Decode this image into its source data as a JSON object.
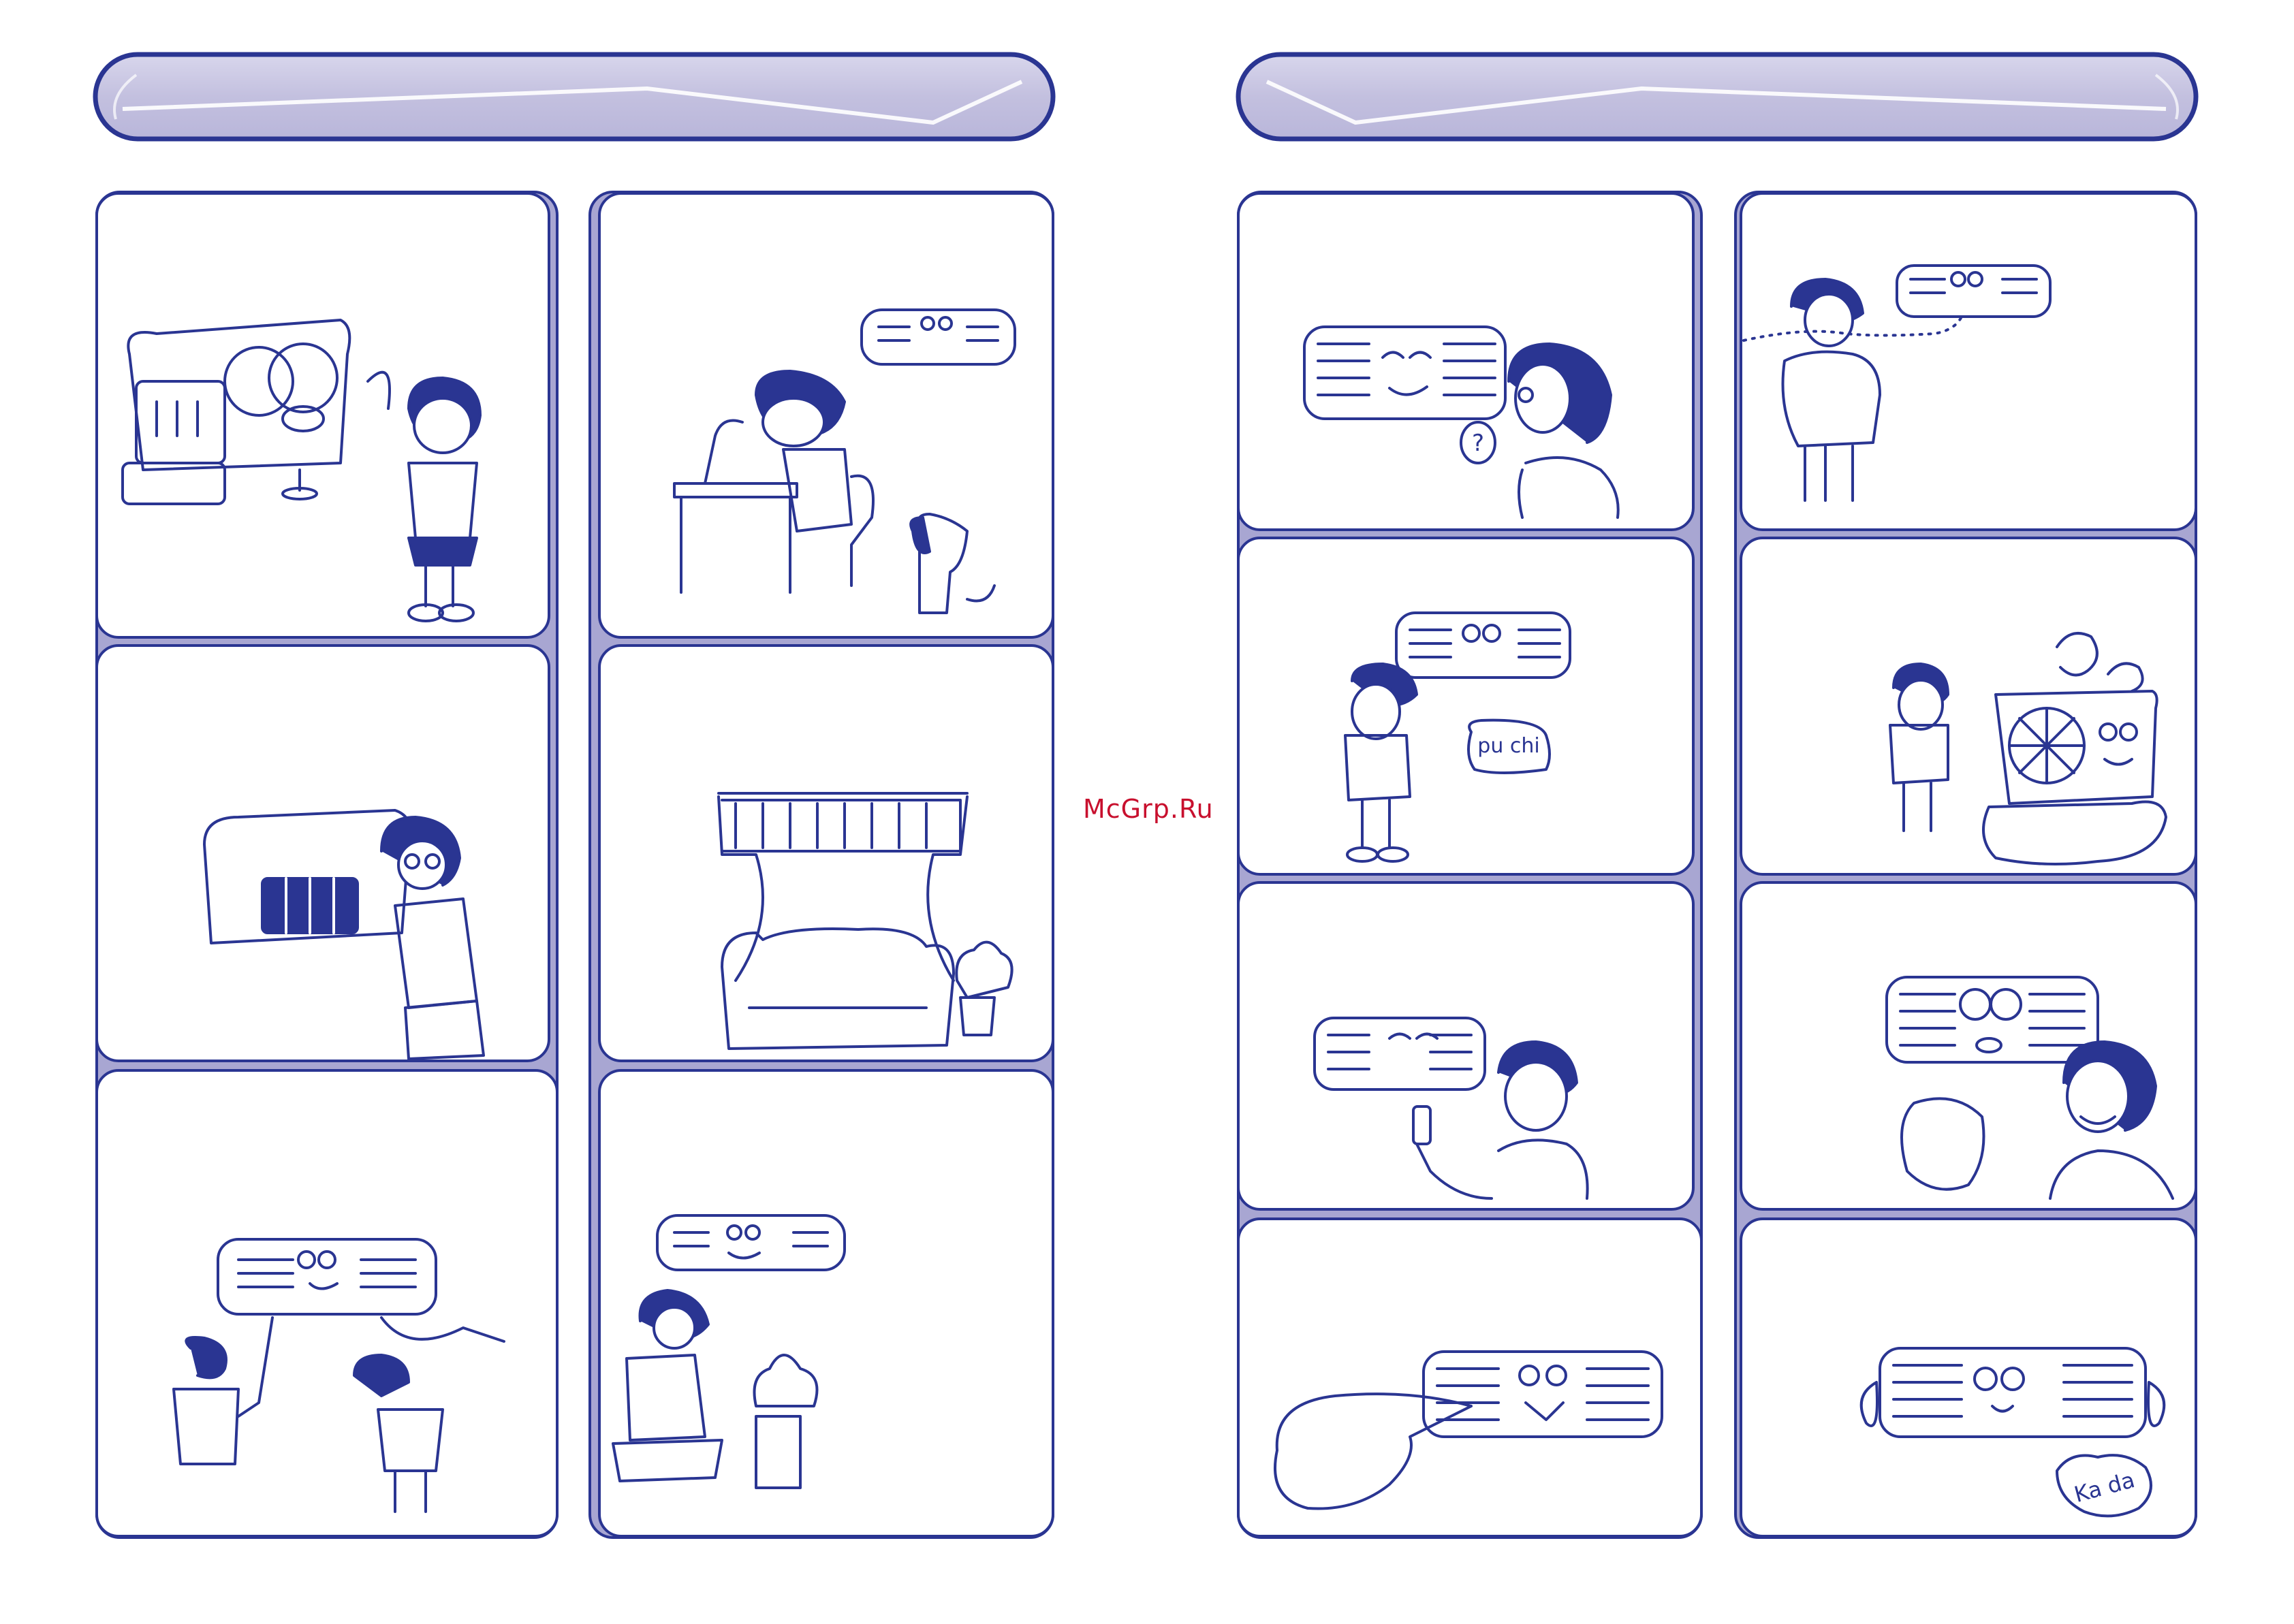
{
  "page": {
    "watermark": "McGrp.Ru",
    "colors": {
      "ink": "#2a3592",
      "banner_fill": "#c5c2e0",
      "banner_light": "#dcdaee",
      "column_fill": "#a8a6d2",
      "panel_fill": "#ffffff",
      "watermark": "#c8102e"
    }
  },
  "left_page": {
    "banner": {
      "title": ""
    },
    "columns": [
      {
        "panels": [
          {
            "scene": "heater-with-face-and-boy"
          },
          {
            "scene": "woman-cleaning-air-conditioner-filter"
          },
          {
            "scene": "air-conditioner-airflow-with-woman-and-boy"
          }
        ]
      },
      {
        "panels": [
          {
            "scene": "boy-at-desk-with-lamp-and-dog"
          },
          {
            "scene": "window-with-curtains-and-sofa"
          },
          {
            "scene": "woman-watering-plants"
          }
        ]
      }
    ]
  },
  "right_page": {
    "banner": {
      "title": ""
    },
    "columns": [
      {
        "panels": [
          {
            "scene": "woman-puzzled-at-air-conditioner",
            "bubble": "?"
          },
          {
            "scene": "boy-hears-noise-from-unit",
            "bubble": "pu chi"
          },
          {
            "scene": "man-with-remote-control"
          },
          {
            "scene": "air-conditioner-blowing-air"
          }
        ]
      },
      {
        "panels": [
          {
            "scene": "boy-smelling-odor"
          },
          {
            "scene": "boy-near-outdoor-unit-with-steam"
          },
          {
            "scene": "woman-smiling-at-sweating-unit"
          },
          {
            "scene": "unit-making-noise",
            "bubble": "Ka da"
          }
        ]
      }
    ]
  }
}
